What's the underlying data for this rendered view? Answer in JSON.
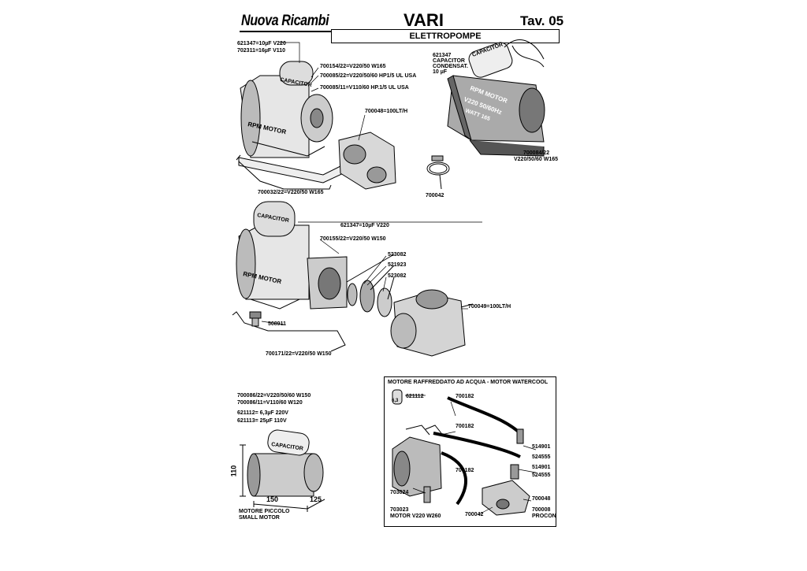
{
  "header": {
    "brand": "Nuova Ricambi",
    "title": "VARI",
    "table": "Tav. 05",
    "subtitle": "ELETTROPOMPE"
  },
  "section1": {
    "labels": [
      "621347=10µF V220",
      "702311=16µF V110",
      "700154/22=V220/50 W165",
      "700085/22=V220/50/60 HP1/5 UL USA",
      "700085/11=V110/60 HP.1/5 UL USA",
      "700048=100LT/H",
      "700032/22=V220/50 W165",
      "700042"
    ],
    "capacitor_note": [
      "621347",
      "CAPACITOR",
      "CONDENSAT.",
      "10 µF"
    ],
    "motor_right": [
      "700084/22",
      "V220/50/60 W165"
    ]
  },
  "section2": {
    "labels": [
      "621347=10µF V220",
      "700155/22=V220/50 W150",
      "523082",
      "521923",
      "523082",
      "700049=100LT/H",
      "508911",
      "700171/22=V220/50 W150"
    ]
  },
  "section3": {
    "labels": [
      "700086/22=V220/50/60 W150",
      "700086/11=V110/60 W120",
      "621112= 6,3µF 220V",
      "621113= 25µF 110V"
    ],
    "dims": [
      "110",
      "150",
      "125"
    ],
    "caption": [
      "MOTORE PICCOLO",
      "SMALL MOTOR"
    ]
  },
  "section4": {
    "box_title": "MOTORE RAFFREDDATO AD ACQUA - MOTOR WATERCOOL",
    "labels": [
      "621112",
      "700182",
      "700182",
      "514901",
      "524555",
      "700182",
      "514901",
      "524555",
      "703024",
      "700048",
      "703023",
      "700042",
      "700008"
    ],
    "motor_caption": "MOTOR V220 W260",
    "procon": "PROCON"
  },
  "drawing_text": {
    "capacitor": "CAPACITOR",
    "rpm_motor": "RPM MOTOR",
    "rpm_line2": "V220 50/60Hz",
    "rpm_line3": "WATT 165",
    "cap_value": "6,3"
  }
}
